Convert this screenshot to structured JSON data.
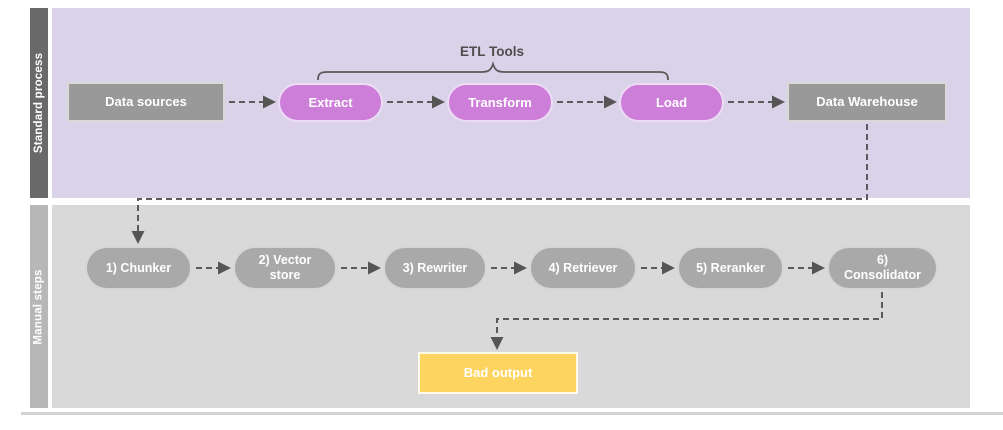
{
  "lanes": [
    {
      "label": "Standard process"
    },
    {
      "label": "Manual steps"
    }
  ],
  "standard_process": {
    "annotation": "ETL Tools",
    "nodes": {
      "data_sources": "Data sources",
      "extract": "Extract",
      "transform": "Transform",
      "load": "Load",
      "data_warehouse": "Data Warehouse"
    }
  },
  "manual_steps": {
    "nodes": [
      "1) Chunker",
      "2) Vector store",
      "3) Rewriter",
      "4) Retriever",
      "5) Reranker",
      "6) Consolidator"
    ],
    "bad_output": "Bad output"
  },
  "flow": {
    "standard_sequence": [
      "Data sources",
      "Extract",
      "Transform",
      "Load",
      "Data Warehouse"
    ],
    "cross_lane_link": "Data Warehouse -> 1) Chunker",
    "manual_sequence": [
      "1) Chunker",
      "2) Vector store",
      "3) Rewriter",
      "4) Retriever",
      "5) Reranker",
      "6) Consolidator"
    ],
    "final_link": "6) Consolidator -> Bad output"
  },
  "colors": {
    "lane1_bg": "#d9d2e9",
    "lane1_bar": "#696969",
    "lane2_bg": "#d9d9d9",
    "lane2_bar": "#b7b7b7",
    "etl_pill": "#cc7ed8",
    "gray_box": "#999999",
    "manual_pill": "#a9a9a9",
    "bad_output": "#fdd45f",
    "connector": "#5a5a5a",
    "annotation_text": "#4d4d4d"
  }
}
